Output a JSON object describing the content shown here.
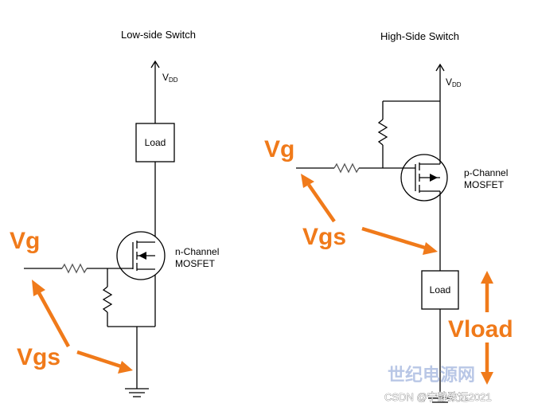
{
  "left": {
    "title": "Low-side Switch",
    "vdd_main": "V",
    "vdd_sub": "DD",
    "load": "Load",
    "channel_line1": "n-Channel",
    "channel_line2": "MOSFET",
    "vg": "Vg",
    "vgs": "Vgs"
  },
  "right": {
    "title": "High-Side Switch",
    "vdd_main": "V",
    "vdd_sub": "DD",
    "load": "Load",
    "channel_line1": "p-Channel",
    "channel_line2": "MOSFET",
    "vg": "Vg",
    "vgs": "Vgs",
    "vload": "Vload"
  },
  "watermark": {
    "logo": "世纪电源网",
    "credit": "CSDN @宁静致远2021"
  },
  "colors": {
    "accent": "#f07a1a",
    "line": "#000000"
  }
}
